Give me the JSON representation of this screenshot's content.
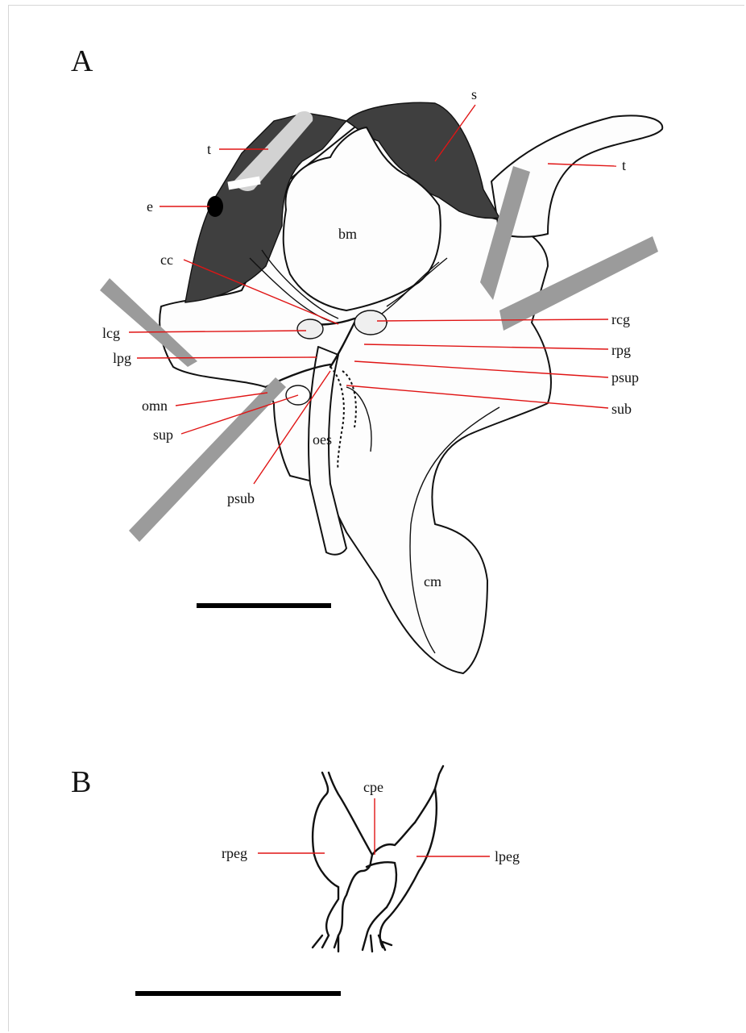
{
  "panels": {
    "a": "A",
    "b": "B"
  },
  "labels_a": {
    "s": "s",
    "t_left": "t",
    "t_right": "t",
    "e": "e",
    "bm": "bm",
    "cc": "cc",
    "lcg": "lcg",
    "rcg": "rcg",
    "lpg": "lpg",
    "rpg": "rpg",
    "psup": "psup",
    "omn": "omn",
    "sub": "sub",
    "sup": "sup",
    "oes": "oes",
    "psub": "psub",
    "cm": "cm"
  },
  "labels_b": {
    "cpe": "cpe",
    "rpeg": "rpeg",
    "lpeg": "lpeg"
  },
  "colors": {
    "leader": "#e01515",
    "shell_dark": "#3f3f3f",
    "tentacle_light": "#d2d2d2",
    "pin_bar": "#9b9b9b",
    "scale_bar": "#000000"
  }
}
